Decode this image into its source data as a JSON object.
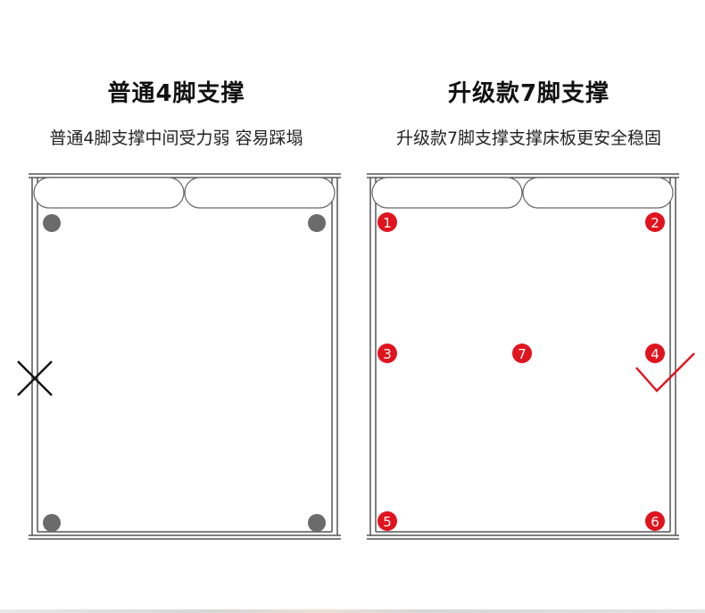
{
  "left": {
    "title": "普通4脚支撑",
    "subtitle": "普通4脚支撑中间受力弱 容易踩塌",
    "verdict_icon": "cross-icon"
  },
  "right": {
    "title": "升级款7脚支撑",
    "subtitle": "升级款7脚支撑支撑床板更安全稳固",
    "verdict_icon": "check-icon",
    "feet": [
      "1",
      "2",
      "3",
      "4",
      "5",
      "6",
      "7"
    ]
  },
  "colors": {
    "foot_plain": "#6b6b6b",
    "foot_numbered": "#e0141e",
    "check": "#e0141e",
    "cross": "#111111",
    "frame": "#555555"
  }
}
